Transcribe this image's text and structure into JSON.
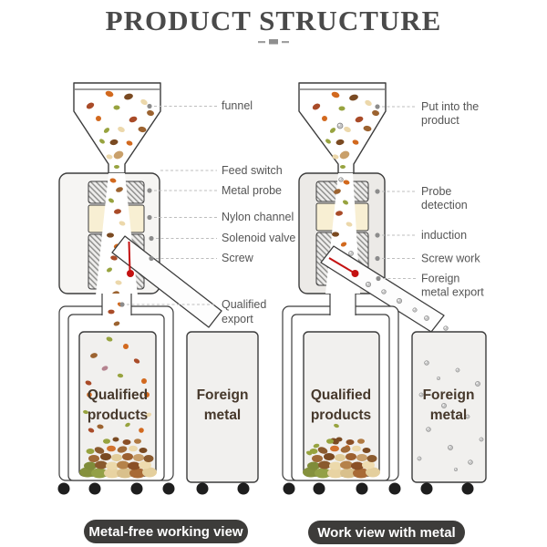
{
  "title": "PRODUCT STRUCTURE",
  "colors": {
    "outline": "#3c3c3c",
    "accent_red": "#c41111",
    "badge_background": "#3d3c3a",
    "nylon_channel_fill": "#f8efd3",
    "container_fill": "#f1f0ee",
    "label_text": "#555555",
    "container_label_text": "#46382b"
  },
  "left_view": {
    "labels": {
      "funnel": "funnel",
      "feed_switch": "Feed switch",
      "metal_probe": "Metal probe",
      "nylon_channel": "Nylon channel",
      "solenoid_valve": "Solenoid valve",
      "screw": "Screw",
      "qualified_export": [
        "Qualified",
        "export"
      ]
    },
    "containers": {
      "qualified": [
        "Qualified",
        "products"
      ],
      "foreign": [
        "Foreign",
        "metal"
      ]
    },
    "caption": "Metal-free working view"
  },
  "right_view": {
    "labels": {
      "put_into_the_product": [
        "Put into the",
        "product"
      ],
      "probe_detection": [
        "Probe",
        "detection"
      ],
      "induction": "induction",
      "screw_work": "Screw work",
      "foreign_metal_export": [
        "Foreign",
        "metal export"
      ]
    },
    "containers": {
      "qualified": [
        "Qualified",
        "products"
      ],
      "foreign": [
        "Foreign",
        "metal"
      ]
    },
    "caption": "Work view with metal"
  }
}
